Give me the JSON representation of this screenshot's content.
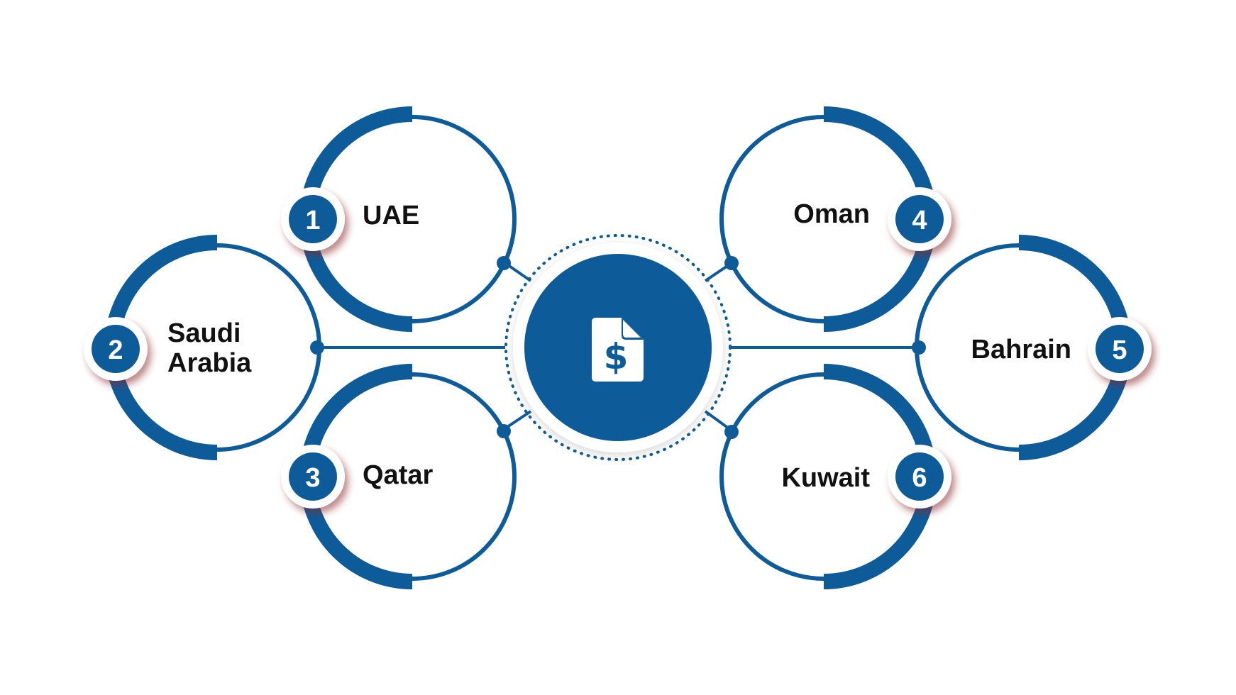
{
  "colors": {
    "primary": "#0e5b9a",
    "shadow_accent": "#8a2a2a",
    "background": "#ffffff",
    "text": "#111111"
  },
  "center": {
    "icon": "invoice-dollar-icon"
  },
  "items": [
    {
      "number": "1",
      "label": "UAE"
    },
    {
      "number": "2",
      "label_line1": "Saudi",
      "label_line2": "Arabia"
    },
    {
      "number": "3",
      "label": "Qatar"
    },
    {
      "number": "4",
      "label": "Oman"
    },
    {
      "number": "5",
      "label": "Bahrain"
    },
    {
      "number": "6",
      "label": "Kuwait"
    }
  ]
}
